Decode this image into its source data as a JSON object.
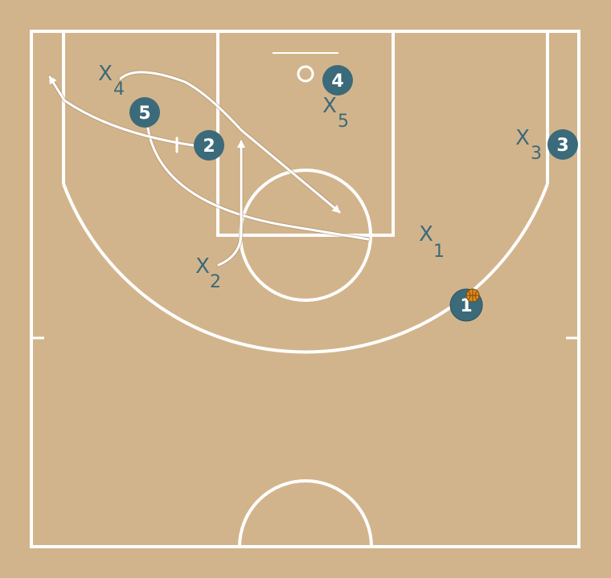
{
  "colors": {
    "court": "#d2b48c",
    "lines": "#ffffff",
    "player_fill": "#3b6a7a",
    "player_text": "#ffffff",
    "defender_text": "#3b6a7a",
    "ball": "#e08a1a"
  },
  "offense": [
    {
      "id": "o1",
      "label": "1",
      "has_ball": true
    },
    {
      "id": "o2",
      "label": "2"
    },
    {
      "id": "o3",
      "label": "3"
    },
    {
      "id": "o4",
      "label": "4"
    },
    {
      "id": "o5",
      "label": "5"
    }
  ],
  "defense": [
    {
      "id": "x1",
      "letter": "X",
      "sub": "1"
    },
    {
      "id": "x2",
      "letter": "X",
      "sub": "2"
    },
    {
      "id": "x3",
      "letter": "X",
      "sub": "3"
    },
    {
      "id": "x4",
      "letter": "X",
      "sub": "4"
    },
    {
      "id": "x5",
      "letter": "X",
      "sub": "5"
    }
  ]
}
